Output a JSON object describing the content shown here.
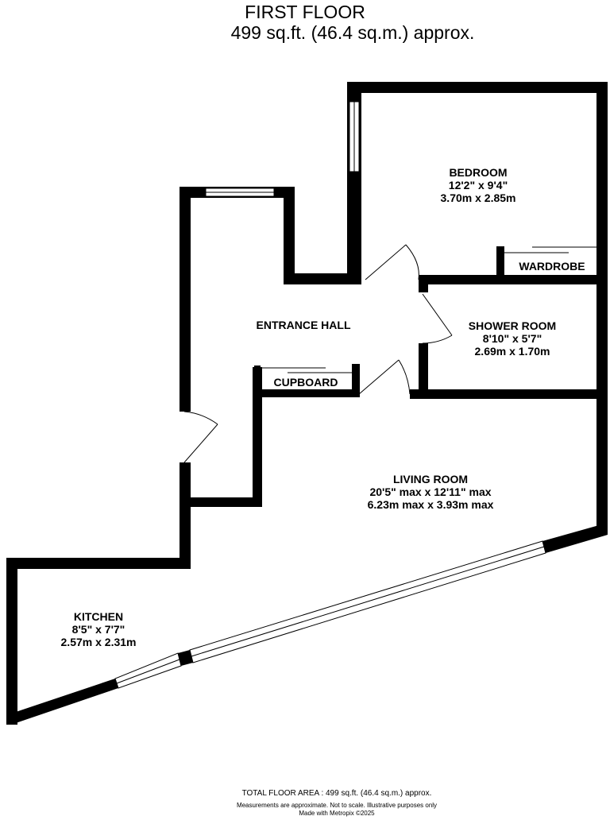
{
  "header": {
    "title": "FIRST FLOOR",
    "area": "499 sq.ft. (46.4 sq.m.) approx."
  },
  "rooms": {
    "bedroom": {
      "name": "BEDROOM",
      "imperial": "12'2\"  x 9'4\"",
      "metric": "3.70m  x 2.85m"
    },
    "wardrobe": {
      "name": "WARDROBE"
    },
    "entrance_hall": {
      "name": "ENTRANCE HALL"
    },
    "shower_room": {
      "name": "SHOWER ROOM",
      "imperial": "8'10\"  x 5'7\"",
      "metric": "2.69m  x 1.70m"
    },
    "cupboard": {
      "name": "CUPBOARD"
    },
    "living_room": {
      "name": "LIVING ROOM",
      "imperial": "20'5\" max x 12'11\" max",
      "metric": "6.23m max x 3.93m max"
    },
    "kitchen": {
      "name": "KITCHEN",
      "imperial": "8'5\"  x 7'7\"",
      "metric": "2.57m  x 2.31m"
    }
  },
  "footer": {
    "total": "TOTAL FLOOR AREA : 499 sq.ft. (46.4 sq.m.) approx.",
    "disclaimer": "Measurements are approximate.  Not to scale.  Illustrative purposes only",
    "made_with": "Made with Metropix ©2025"
  },
  "colors": {
    "wall": "#000000",
    "background": "#ffffff",
    "window": "#ffffff"
  }
}
